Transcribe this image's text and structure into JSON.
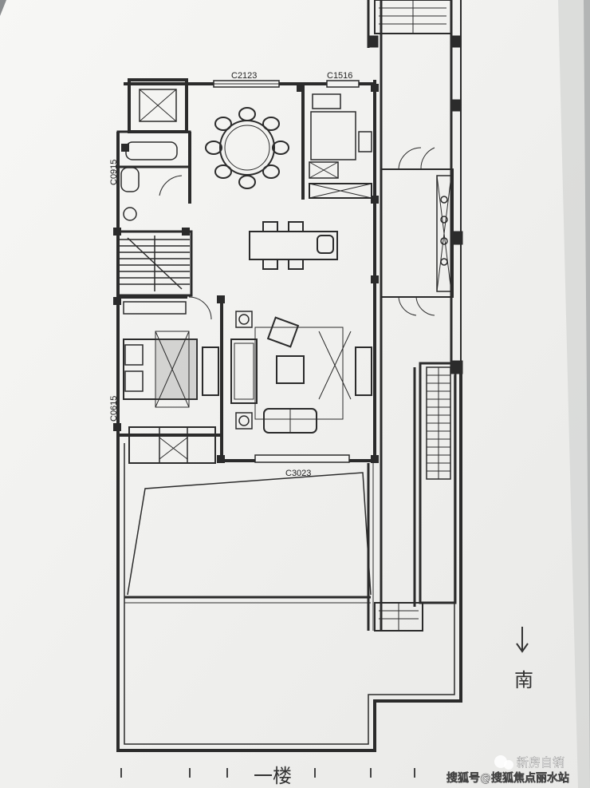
{
  "plan": {
    "window_labels": {
      "top_dining": "C2123",
      "top_kitchen": "C1516",
      "left_bath": "C0915",
      "left_bedroom": "C0615",
      "bottom_living": "C3023"
    },
    "floor_label": "一楼",
    "compass_label": "南"
  },
  "watermark": {
    "channel": "新房自销",
    "source": "搜狐号@搜狐焦点丽水站"
  },
  "colors": {
    "paper": "#f3f3f1",
    "line": "#2b2b2b",
    "background": "#8a8d8f"
  }
}
